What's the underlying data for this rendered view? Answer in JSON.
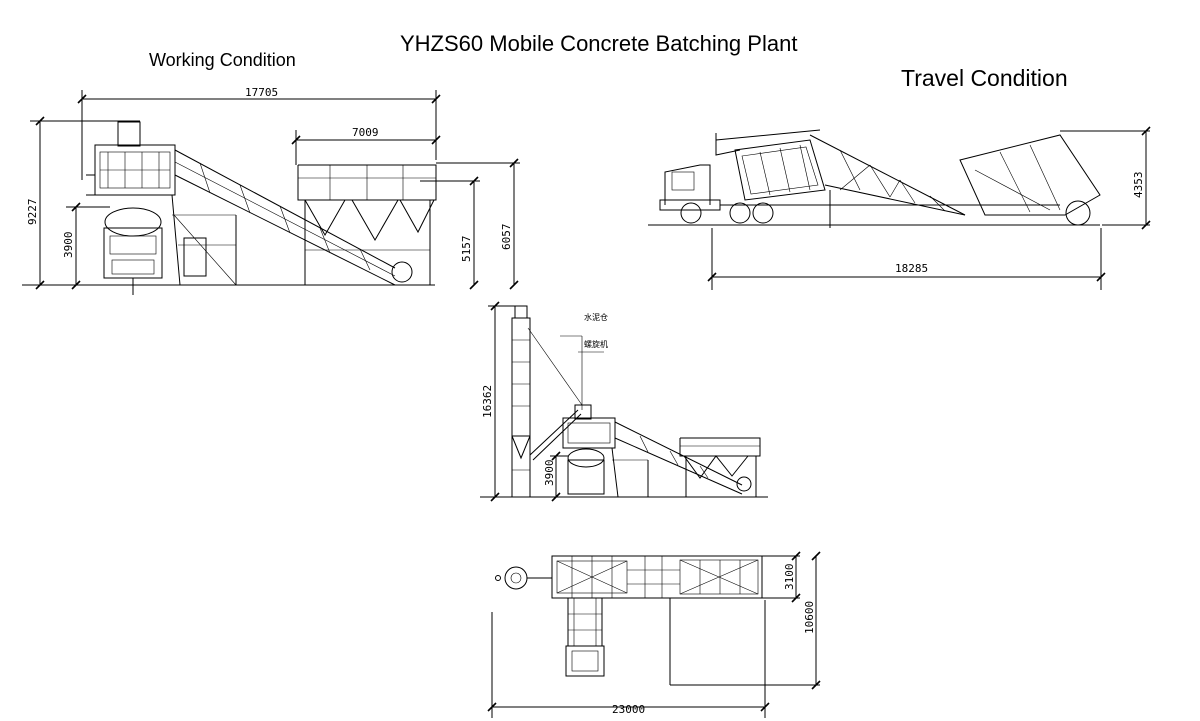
{
  "titles": {
    "main": "YHZS60 Mobile Concrete Batching Plant",
    "working": "Working Condition",
    "travel": "Travel Condition"
  },
  "dimensions": {
    "working": {
      "length": "17705",
      "bin_length": "7009",
      "height": "9227",
      "mixer_clearance": "3900",
      "bin_height_a": "5157",
      "bin_height_b": "6057"
    },
    "travel": {
      "height": "4353",
      "length": "18285"
    },
    "silo_view": {
      "height": "16362",
      "mixer_clearance": "3900",
      "label_cement_silo": "水泥仓",
      "label_screw": "螺旋机"
    },
    "plan_view": {
      "width_a": "3100",
      "width_b": "10600",
      "length": "23000"
    }
  }
}
